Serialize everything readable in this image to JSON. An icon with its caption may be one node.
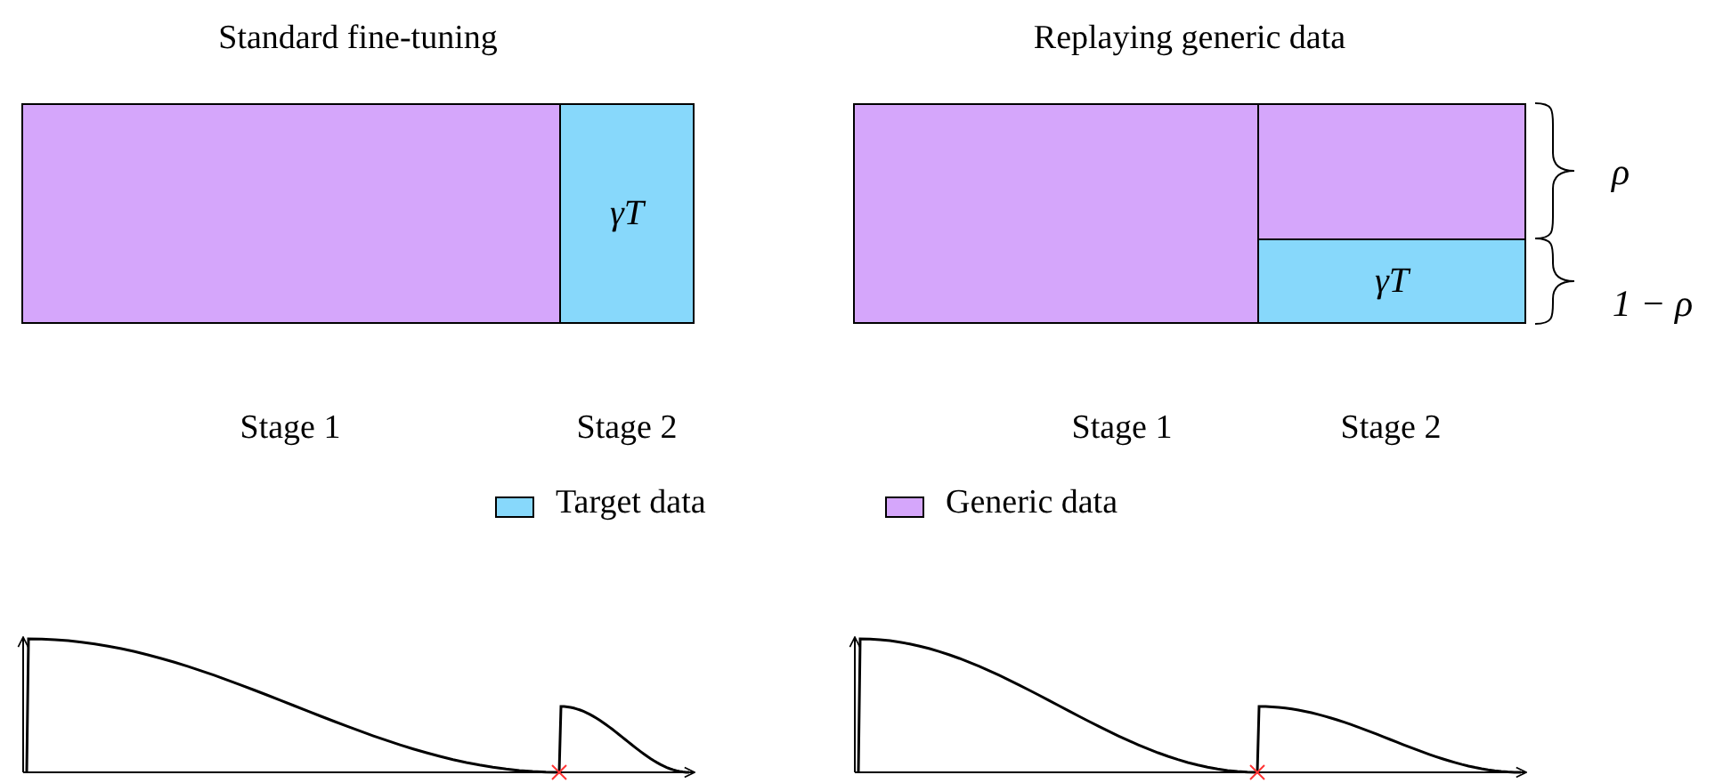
{
  "diagram": {
    "nodes": [
      {
        "text": [],
        "shape": "box"
      },
      {
        "text": [
          "γT"
        ]
      },
      {
        "text": [],
        "shape": "box"
      },
      {
        "text": [],
        "shape": "box"
      },
      {
        "text": [
          "γT"
        ]
      }
    ],
    "labels": [
      "Standard fine-tuning",
      "Replaying generic data",
      "ρ",
      "1 − ρ",
      "Stage 1",
      "Stage 2",
      "Stage 1",
      "Stage 2"
    ],
    "legend": [
      {
        "text": "Target data",
        "color": "#87d8fb"
      },
      {
        "text": "Generic data",
        "color": "#d5a6fb"
      }
    ]
  }
}
